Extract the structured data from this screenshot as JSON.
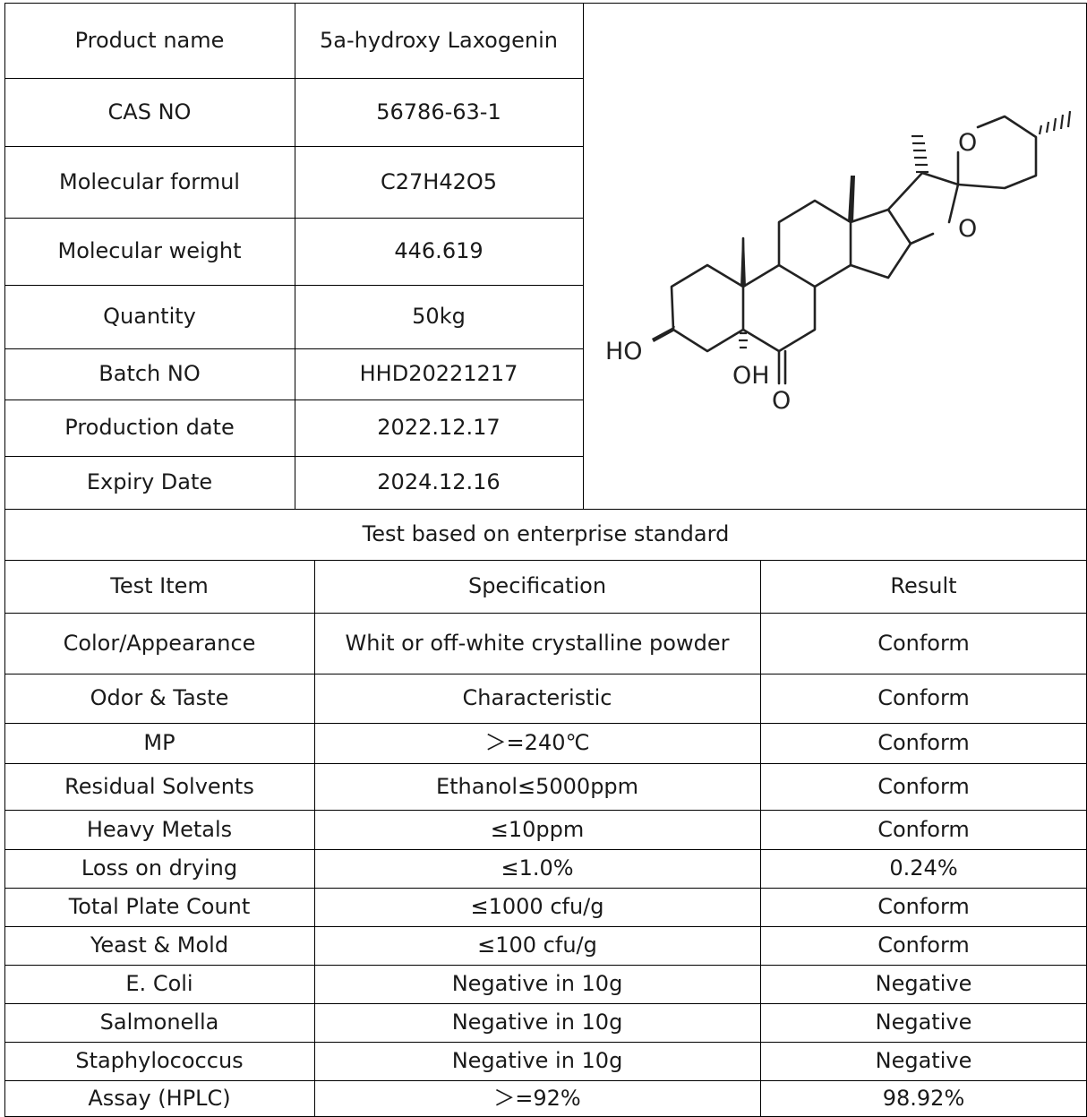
{
  "info": [
    {
      "label": "Product name",
      "value": "5a-hydroxy Laxogenin"
    },
    {
      "label": "CAS NO",
      "value": "56786-63-1"
    },
    {
      "label": "Molecular formul",
      "value": "C27H42O5"
    },
    {
      "label": "Molecular weight",
      "value": "446.619"
    },
    {
      "label": "Quantity",
      "value": "50kg"
    },
    {
      "label": "Batch NO",
      "value": "HHD20221217"
    },
    {
      "label": "Production date",
      "value": "2022.12.17"
    },
    {
      "label": "Expiry Date",
      "value": "2024.12.16"
    }
  ],
  "structure": {
    "ho_label": "HO",
    "oh_label": "OH",
    "ketone_o": "O",
    "ring_o_top": "O",
    "ring_o_mid": "O"
  },
  "section_title": "Test based on enterprise standard",
  "headers": [
    "Test Item",
    "Specification",
    "Result"
  ],
  "tests": [
    {
      "item": "Color/Appearance",
      "spec": "Whit or off-white crystalline powder",
      "result": "Conform"
    },
    {
      "item": "Odor & Taste",
      "spec": "Characteristic",
      "result": "Conform"
    },
    {
      "item": "MP",
      "spec": "＞=240℃",
      "result": "Conform"
    },
    {
      "item": "Residual Solvents",
      "spec": "Ethanol≤5000ppm",
      "result": "Conform"
    },
    {
      "item": "Heavy Metals",
      "spec": "≤10ppm",
      "result": "Conform"
    },
    {
      "item": "Loss on drying",
      "spec": "≤1.0%",
      "result": "0.24%"
    },
    {
      "item": "Total Plate Count",
      "spec": "≤1000 cfu/g",
      "result": "Conform"
    },
    {
      "item": "Yeast & Mold",
      "spec": "≤100 cfu/g",
      "result": "Conform"
    },
    {
      "item": "E. Coli",
      "spec": "Negative in 10g",
      "result": "Negative"
    },
    {
      "item": "Salmonella",
      "spec": "Negative in 10g",
      "result": "Negative"
    },
    {
      "item": "Staphylococcus",
      "spec": "Negative in 10g",
      "result": "Negative"
    },
    {
      "item": "Assay (HPLC)",
      "spec": "＞=92%",
      "result": "98.92%"
    }
  ]
}
